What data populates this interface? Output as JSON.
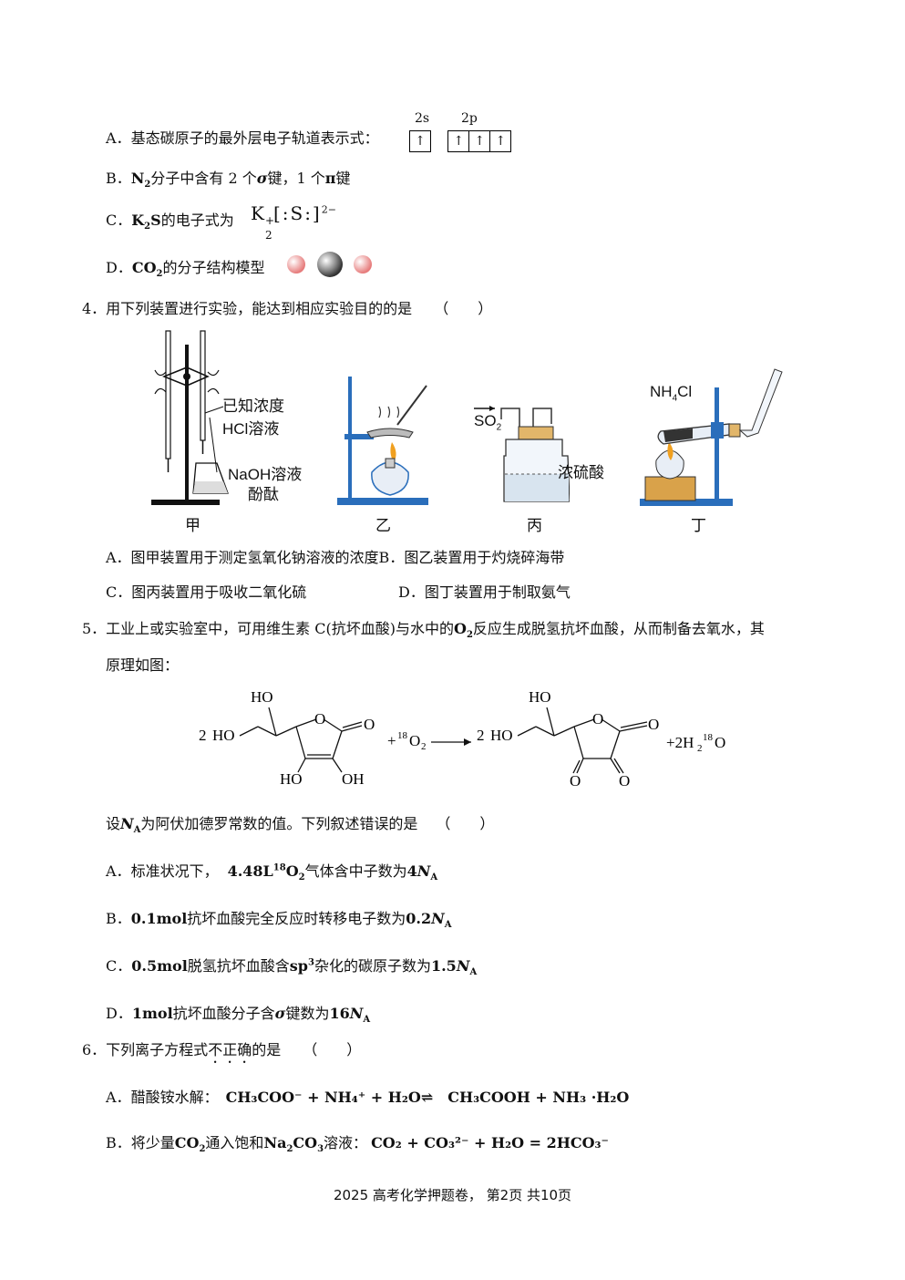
{
  "q3": {
    "A": {
      "label": "A．",
      "text": "基态碳原子的最外层电子轨道表示式：",
      "orb_2s": "2s",
      "orb_2p": "2p",
      "arrow": "↑"
    },
    "B": {
      "label": "B．",
      "pre": "N",
      "sub": "2",
      "text": "分子中含有 2 个",
      "sigma": "σ",
      "mid": "键，1 个",
      "pi": "π",
      "end": "键"
    },
    "C": {
      "label": "C．",
      "pre": "K",
      "sub": "2",
      "pre2": "S",
      "text": "的电子式为",
      "formula": "K",
      "sup_plus": "+",
      "sub_2": "2",
      "bracket": "[:S:]",
      "charge": "2−"
    },
    "D": {
      "label": "D．",
      "pre": "CO",
      "sub": "2",
      "text": "的分子结构模型"
    }
  },
  "q4": {
    "stem": "4．用下列装置进行实验，能达到相应实验目的的是",
    "paren": "（　　）",
    "labels": {
      "jia": "甲",
      "yi": "乙",
      "bing": "丙",
      "ding": "丁",
      "hcl1": "已知浓度",
      "hcl2": "HCl溶液",
      "naoh1": "NaOH溶液",
      "naoh2": "酚酞",
      "so2": "SO",
      "so2_sub": "2",
      "h2so4": "浓硫酸",
      "nh4cl": "NH",
      "nh4cl_sub": "4",
      "nh4cl_end": "Cl"
    },
    "A": "A．图甲装置用于测定氢氧化钠溶液的浓度B．图乙装置用于灼烧碎海带",
    "C": "C．图丙装置用于吸收二氧化硫",
    "D": "D．图丁装置用于制取氨气"
  },
  "q5": {
    "stem1": "5．工业上或实验室中，可用维生素 C(抗坏血酸)与水中的",
    "o2": "O",
    "o2_sub": "2",
    "stem2": "反应生成脱氢抗坏血酸，从而制备去氧水，其",
    "stem3": "原理如图：",
    "eq": {
      "coef": "2",
      "ho": "HO",
      "oh": "OH",
      "o": "O",
      "plus_o2": "+",
      "o18": "18",
      "o2": "O",
      "o2sub": "2",
      "plus_water": "+2H",
      "h2sub": "2",
      "water_o18": "18",
      "water_o": "O"
    },
    "lead": "设",
    "na": "N",
    "na_sub": "A",
    "lead2": "为阿伏加德罗常数的值。下列叙述错误的是",
    "paren": "（　　）",
    "A": {
      "label": "A．",
      "text": "标准状况下，",
      "vol": "4.48L",
      "sup": "18",
      "o": "O",
      "osub": "2",
      "text2": "气体含中子数为",
      "val": "4",
      "n": "N",
      "nsub": "A"
    },
    "B": {
      "label": "B．",
      "mol": "0.1mol",
      "text": "抗坏血酸完全反应时转移电子数为",
      "val": "0.2",
      "n": "N",
      "nsub": "A"
    },
    "C": {
      "label": "C．",
      "mol": "0.5mol",
      "text": "脱氢抗坏血酸含",
      "sp": "sp",
      "sp_sup": "3",
      "text2": "杂化的碳原子数为",
      "val": "1.5",
      "n": "N",
      "nsub": "A"
    },
    "D": {
      "label": "D．",
      "mol": "1mol",
      "text": "抗坏血酸分子含",
      "sigma": "σ",
      "text2": "键数为",
      "val": "16",
      "n": "N",
      "nsub": "A"
    }
  },
  "q6": {
    "stem": "6．下列离子方程式",
    "emph": "不正确",
    "stem_end": "的是",
    "paren": "（　　）",
    "A": {
      "label": "A．",
      "text": "醋酸铵水解：",
      "eq": "CH₃COO⁻ + NH₄⁺ + H₂O⇌　CH₃COOH + NH₃ ·H₂O"
    },
    "B": {
      "label": "B．",
      "text": "将少量",
      "co2": "CO",
      "co2_sub": "2",
      "text2": "通入饱和",
      "na2co3": "Na",
      "na2co3_sub": "2",
      "na2co3_end": "CO",
      "na2co3_sub2": "3",
      "text3": "溶液：",
      "eq": "CO₂ + CO₃²⁻ + H₂O = 2HCO₃⁻"
    }
  },
  "footer": "2025 高考化学押题卷，  第2页  共10页"
}
